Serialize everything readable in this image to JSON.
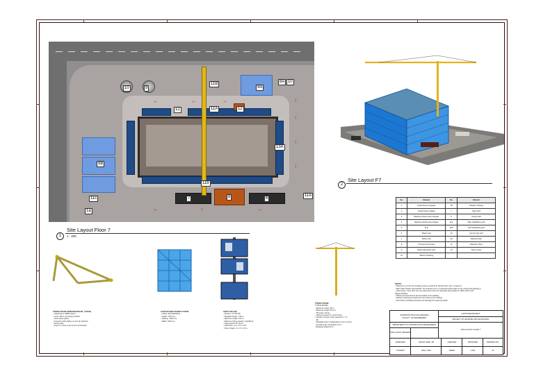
{
  "site_plan": {
    "title": "Site Layout Floor 7",
    "scale": "1 : 200",
    "number": "1",
    "labels": [
      "11B",
      "9A",
      "8A",
      "12",
      "11A",
      "12",
      "13A",
      "9B",
      "10",
      "9",
      "7",
      "8",
      "6",
      "10",
      "11c",
      "11b",
      "11A",
      "1a"
    ]
  },
  "view_3d": {
    "title": "Site Layout F7",
    "number": "2"
  },
  "legend": {
    "headers": [
      "No.",
      "Element",
      "No.",
      "Element"
    ],
    "rows": [
      [
        "1",
        "Guard house entrygate",
        "1B",
        "Workers' Parking"
      ],
      [
        "2",
        "Guard house exitgate",
        "7",
        "Sand yard"
      ],
      [
        "3",
        "Washing vehicle area entrygate",
        "8",
        "Gravel yard"
      ],
      [
        "4",
        "Washing vehicle area exitgate",
        "11A",
        "Main Scaffolding yard"
      ],
      [
        "5",
        "M.E",
        "11B",
        "Sub Scaffolding yard"
      ],
      [
        "6",
        "Waste area",
        "10",
        "Cement silo yard"
      ],
      [
        "7",
        "Rebar yard",
        "11c",
        "Material Hoist"
      ],
      [
        "8",
        "Formwork yard area",
        "12",
        "Material's Store"
      ],
      [
        "9",
        "Rebar fabrication yard",
        "13",
        "Tower Crane"
      ],
      [
        "10",
        "Offices & Parking",
        "",
        ""
      ]
    ]
  },
  "equipment": [
    {
      "caption": "TOWER CRANE SPREADER BEAM - (PFX30)",
      "lines": [
        "- Supporting 2 I-BEM beams",
        "- center with 4 connecting bracket",
        "- crane stand yellow",
        "- Connects with building on four (4) direction",
        "- 4m/6m lead",
        "- around T-1 due to the end of construction"
      ]
    },
    {
      "caption": "SCAFFOLDING FRAME SYSTEM",
      "lines": [
        "- Lattice wall Scaffolding",
        "- Height: 1700 mm",
        "- Spacing: 1500 mm",
        "- Width: 1000 mm"
      ]
    },
    {
      "caption": "HOIST TOP (HP)",
      "lines": [
        "- Number: GY 86-100",
        "- Standard length: 1.50 m",
        "- Maximum height: 150 m",
        "- Maximum lifting capacity: 2x1000 kg",
        "- Lifting speed: 36 m/min",
        "- Cabin size: 3.2 x 1.5 x 2.5m",
        "- Size of Cage: 3 x 1.5 x 2.5 m"
      ]
    },
    {
      "caption": "TOWER CRANE",
      "lines": [
        "TC5610 MODEL",
        "- Maximum radius: 56 m",
        "- Maximum height: 56.4 m",
        "- Tilt power: 32 kw",
        "- Lifting set speed: 6 t at 24 m/min",
        "- Number of tower units required for: 7 m",
        "- 48",
        "- Allowable boom configurations: 30 m to 56 m",
        "- Overall length: tall height 37.5 m",
        "- Breaking weight 40 m"
      ]
    }
  ],
  "notes": {
    "title": "NOTES:",
    "lines": [
      "- Maximum up of the surrounding crane to avoid from harmful dust. Gas / Crusher is",
      "- Main Gates Design Should NOT: The total left of it is a causeway (these light is only closed with lighting) to",
      "- Hoist Lanes. If any NOT, the The total bottom left of is causeway (these light for traffic) which with",
      "  lighting facilities",
      "- Offices are discussed to accommodate of the building",
      "- Workers' parking are stationed in the Street of the building",
      "- Roof Sheet of building because the drainage the seasonly builds"
    ]
  },
  "title_block": {
    "university": "UNIVERSITI MALAYSIA SARAWAK",
    "school": "FACULTY OF ENGINEERING",
    "department": "DEPARTMENT OF CONSTRUCTION MANAGEMENT",
    "project_title": "CAPSTONE PROJECT",
    "project_sub": "PROJECT OF HIGHRISE OFFICE BUILDING",
    "drawing_title": "SITE LAYOUT DRAWING",
    "layout_name": "SITE LAYOUT FLOOR 7",
    "row1": [
      "DESIGNED",
      "GROUP: EMR / SP",
      "CHECKED",
      "APPROVED",
      "DRAWING NO."
    ],
    "row2": [
      "STUDENT",
      "2022 / 2023",
      "SHEET",
      "1:200",
      "A1"
    ]
  }
}
